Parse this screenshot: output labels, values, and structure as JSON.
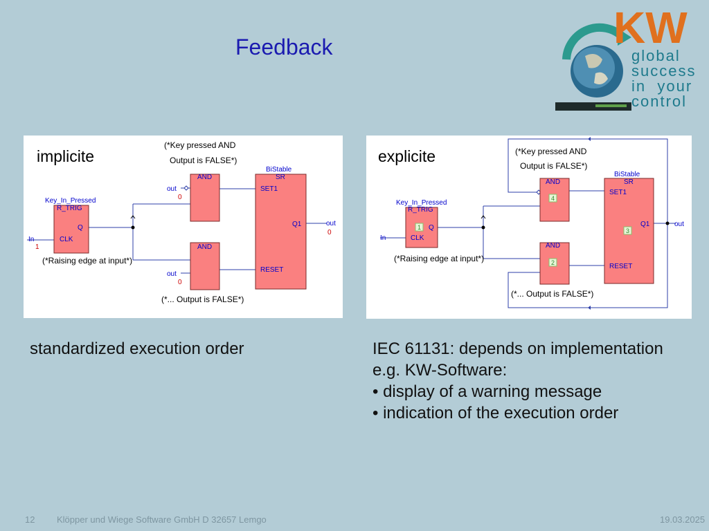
{
  "slide": {
    "title": "Feedback",
    "logo": {
      "letters": "KW",
      "tagline": [
        "global",
        "success",
        "in  your",
        "control"
      ]
    },
    "left_panel": {
      "label": "implicite",
      "comment_top": [
        "(*Key pressed AND",
        "Output is FALSE*)"
      ],
      "bistable": {
        "type": "BiStable",
        "name": "SR",
        "set": "SET1",
        "reset": "RESET",
        "output": "Q1"
      },
      "and_label": "AND",
      "rtrig": {
        "instance": "Key_In_Pressed",
        "type": "R_TRIG",
        "q": "Q",
        "clk": "CLK"
      },
      "in_var": "In",
      "in_val": "1",
      "out_var": "out",
      "out_val": "0",
      "comment_edge": "(*Raising edge at input*)",
      "comment_bottom": "(*... Output is FALSE*)"
    },
    "right_panel": {
      "label": "explicite",
      "comment_top": [
        "(*Key pressed AND",
        "Output is FALSE*)"
      ],
      "bistable": {
        "type": "BiStable",
        "name": "SR",
        "set": "SET1",
        "reset": "RESET",
        "output": "Q1"
      },
      "and_label": "AND",
      "rtrig": {
        "instance": "Key_In_Pressed",
        "type": "R_TRIG",
        "q": "Q",
        "clk": "CLK"
      },
      "in_var": "In",
      "out_var": "out",
      "orders": [
        "1",
        "2",
        "3",
        "4"
      ],
      "comment_edge": "(*Raising edge at input*)",
      "comment_bottom": "(*... Output is FALSE*)"
    },
    "left_caption": "standardized execution order",
    "right_caption": [
      "IEC 61131: depends on implementation",
      "e.g. KW-Software:",
      "• display of a warning message",
      "• indication of the execution order"
    ],
    "footer": {
      "page": "12",
      "company": "Klöpper und Wiege Software GmbH  D 32657 Lemgo",
      "date": "19.03.2025"
    }
  }
}
